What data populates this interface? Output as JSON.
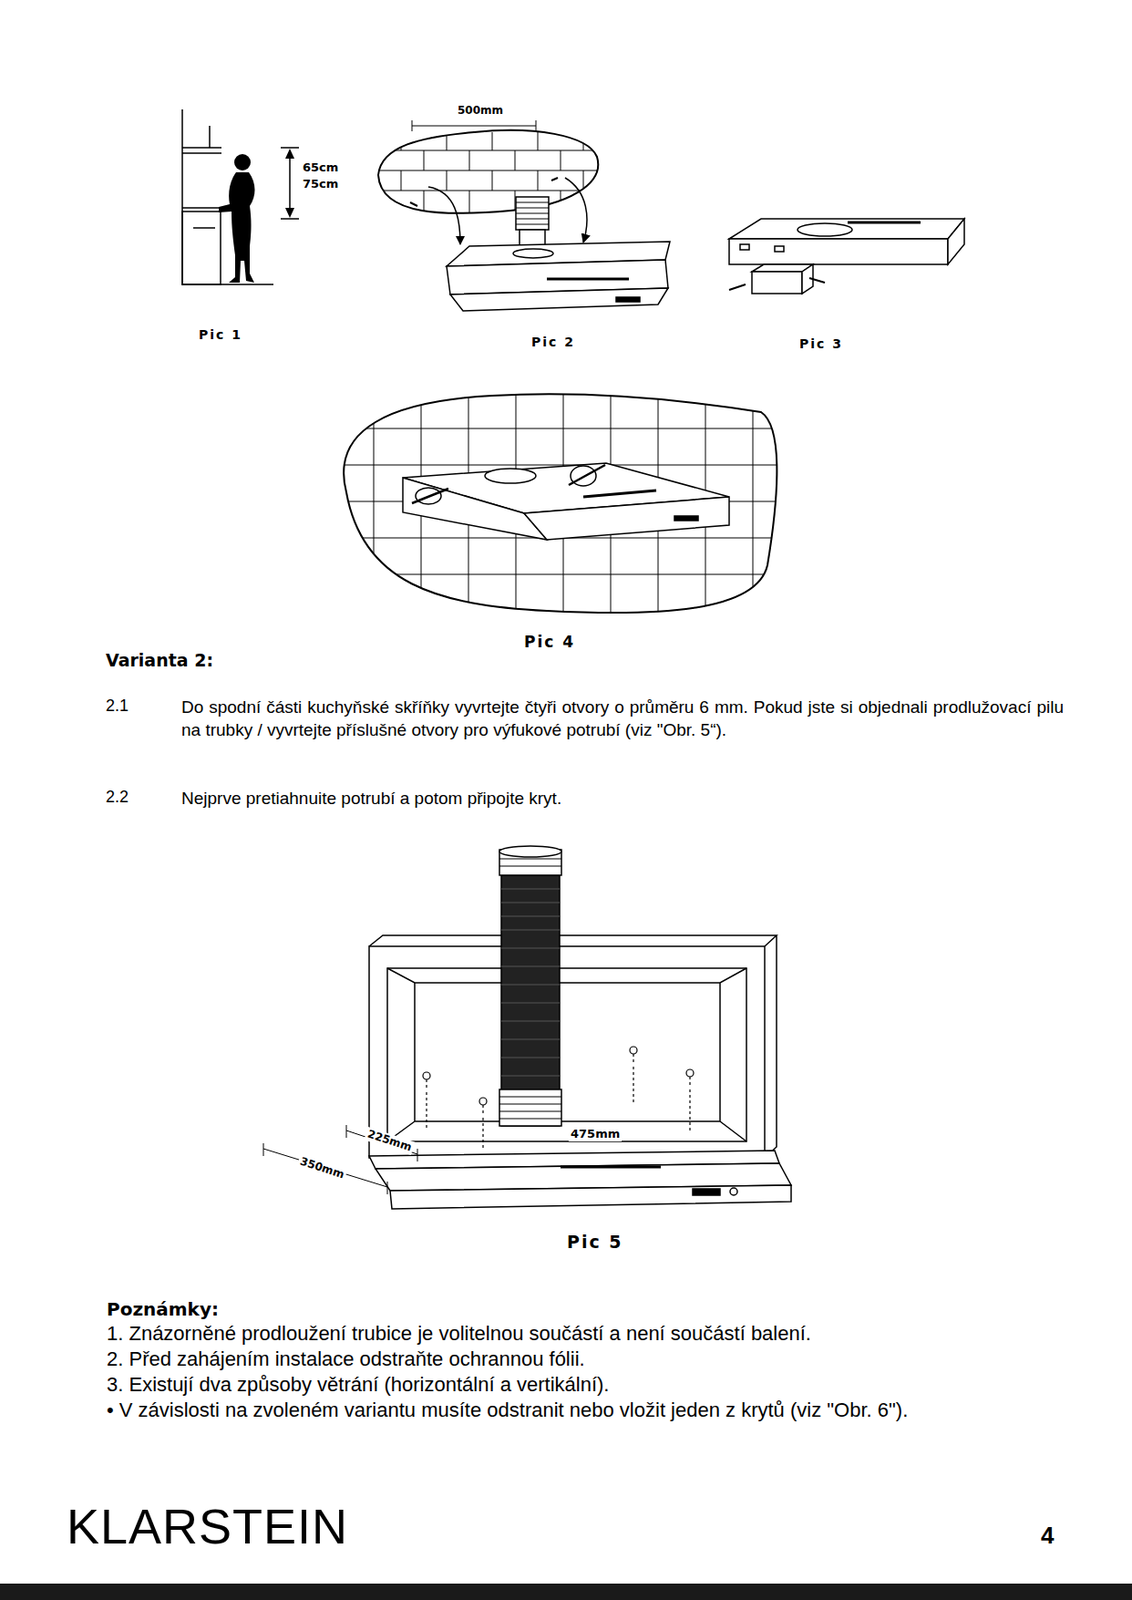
{
  "diagram": {
    "title": "Varianta 2:",
    "labels": [
      "65cm",
      "75cm",
      "500mm",
      "Pic 1",
      "Pic 2",
      "Pic 3",
      "Pic 4",
      "2.1",
      "Do spodní části kuchyňské skříňky vyvrtejte čtyři otvory o průměru 6 mm. Pokud jste si objednali prodlužovací pilu na trubky / vyvrtejte příslušné otvory pro výfukové potrubí (viz \"Obr. 5“).",
      "2.2",
      "Nejprve pretiahnuite potrubí a potom připojte kryt.",
      "475mm",
      "225mm",
      "350mm",
      "Pic 5",
      "Poznámky:",
      "1. Znázorněné prodloužení trubice je volitelnou součástí a není součástí balení.",
      "2. Před zahájením instalace odstraňte ochrannou fólii.",
      "3. Existují dva způsoby větrání (horizontální a vertikální).",
      "• V závislosti na zvoleném variantu musíte odstranit nebo vložit jeden z krytů (viz \"Obr. 6\").",
      "KLARSTEIN",
      "4"
    ]
  }
}
